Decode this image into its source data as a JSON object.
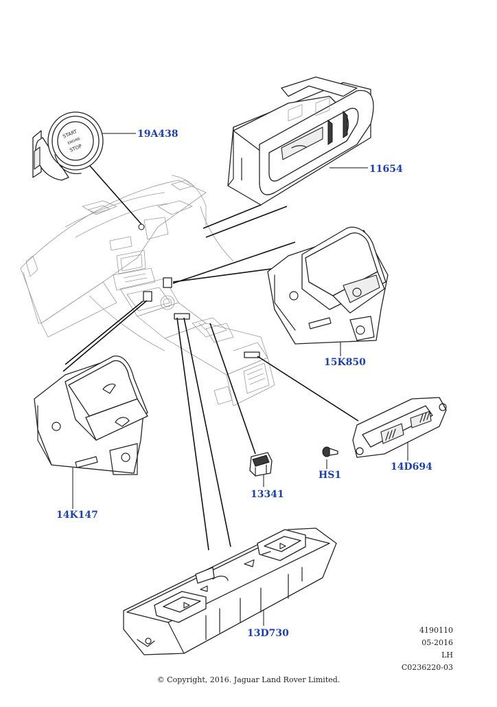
{
  "parts": [
    {
      "id": "19A438",
      "name": "start-stop-switch"
    },
    {
      "id": "11654",
      "name": "switch-panel-upper"
    },
    {
      "id": "15K850",
      "name": "terrain-response-switch-right"
    },
    {
      "id": "14K147",
      "name": "terrain-response-switch-left"
    },
    {
      "id": "13341",
      "name": "clip"
    },
    {
      "id": "HS1",
      "name": "screw"
    },
    {
      "id": "14D694",
      "name": "seat-heater-switch"
    },
    {
      "id": "13D730",
      "name": "console-switch-pack"
    }
  ],
  "start_button_text": {
    "line1": "START",
    "line2": "ENGINE",
    "line3": "STOP"
  },
  "meta": {
    "drawing_number": "4190110",
    "date": "05-2016",
    "side": "LH",
    "code": "C0236220-03"
  },
  "copyright": "© Copyright, 2016. Jaguar Land Rover Limited."
}
